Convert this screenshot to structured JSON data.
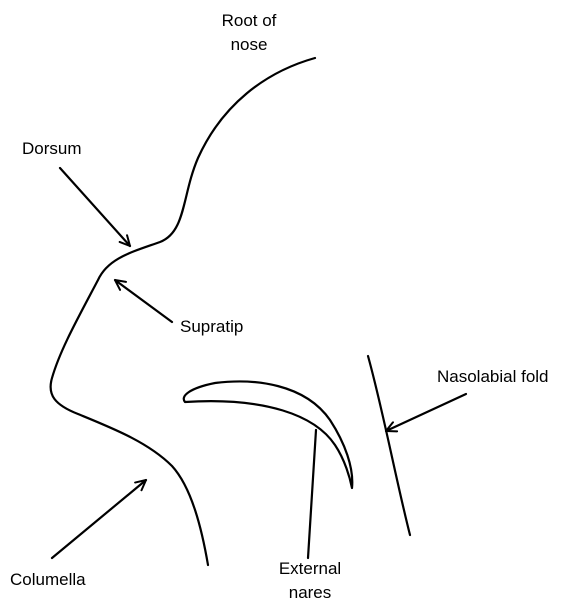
{
  "labels": {
    "root_of_nose": [
      "Root of",
      "nose"
    ],
    "dorsum": "Dorsum",
    "supratip": "Supratip",
    "nasolabial_fold": "Nasolabial fold",
    "columella": "Columella",
    "external_nares": [
      "External",
      "nares"
    ]
  },
  "colors": {
    "line": "#000000",
    "background": "#ffffff"
  }
}
